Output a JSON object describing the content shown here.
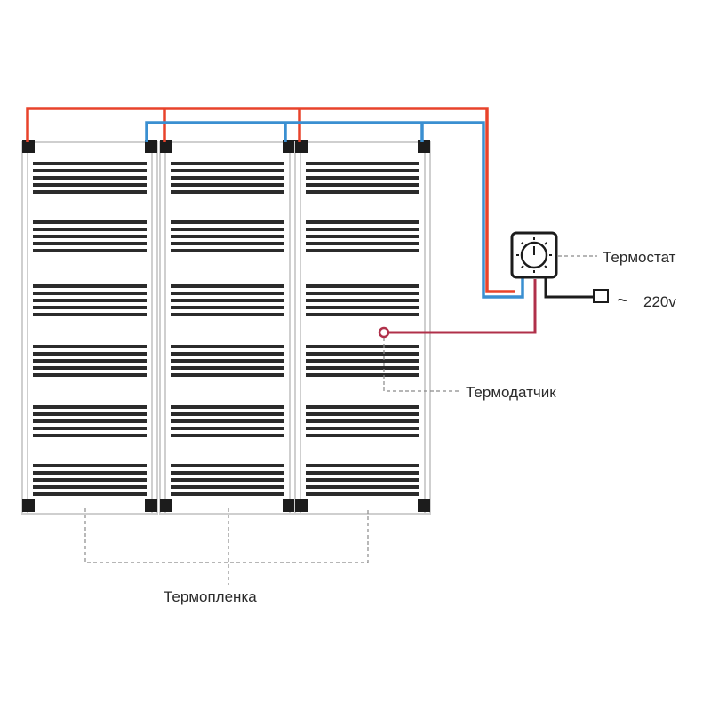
{
  "labels": {
    "thermostat": "Термостат",
    "power": "220v",
    "power_symbol": "~",
    "sensor": "Термодатчик",
    "film": "Термопленка"
  },
  "colors": {
    "phase_wire": "#e8432b",
    "neutral_wire": "#3a8fd1",
    "sensor_wire": "#b0304a",
    "stripe": "#2b2b2b",
    "frame": "#cfcfcf",
    "clamp": "#1c1c1c",
    "leader": "#8a8a8a"
  },
  "icons": {
    "thermostat": "thermostat-dial-icon",
    "plug": "power-plug-icon",
    "sensor": "sensor-ring-icon"
  },
  "film_panel_count": 3
}
